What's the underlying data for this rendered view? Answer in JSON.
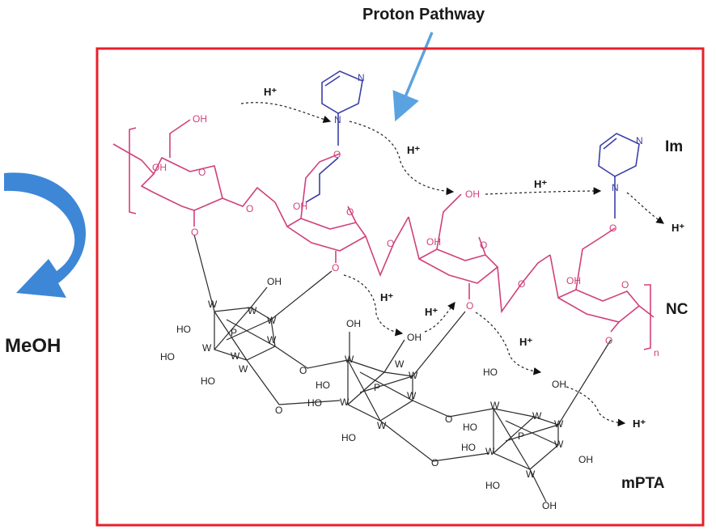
{
  "labels": {
    "proton_pathway": "Proton Pathway",
    "meoh": "MeOH",
    "im": "Im",
    "nc": "NC",
    "mpta": "mPTA",
    "polymer_subscript": "n"
  },
  "atoms": {
    "oh": "OH",
    "ho": "HO",
    "o": "O",
    "n": "N",
    "w": "W",
    "p": "P",
    "h_plus": "H⁺"
  },
  "colors": {
    "frame": "#e8202a",
    "cellulose": "#d0417a",
    "imidazole": "#3b3fa6",
    "pathway_arrow": "#5ba3e0",
    "meoh_arrow": "#3d87d6",
    "ink": "#222222"
  }
}
